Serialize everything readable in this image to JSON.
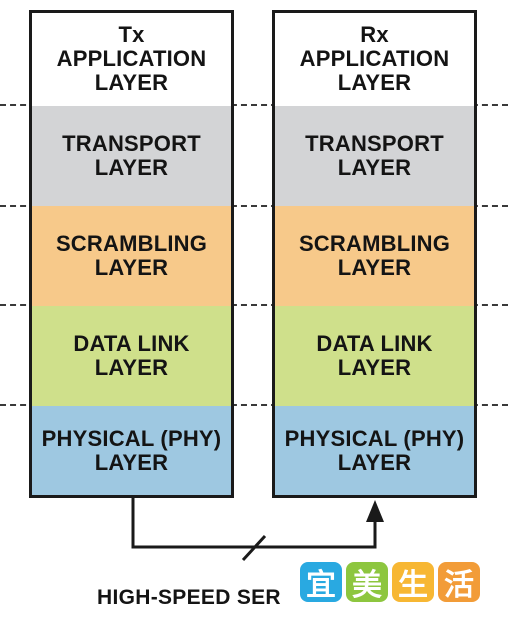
{
  "tx_stack": {
    "application": [
      "Tx",
      "APPLICATION",
      "LAYER"
    ],
    "transport": [
      "TRANSPORT",
      "LAYER"
    ],
    "scrambling": [
      "SCRAMBLING",
      "LAYER"
    ],
    "datalink": [
      "DATA LINK",
      "LAYER"
    ],
    "physical": [
      "PHYSICAL (PHY)",
      "LAYER"
    ]
  },
  "rx_stack": {
    "application": [
      "Rx",
      "APPLICATION",
      "LAYER"
    ],
    "transport": [
      "TRANSPORT",
      "LAYER"
    ],
    "scrambling": [
      "SCRAMBLING",
      "LAYER"
    ],
    "datalink": [
      "DATA LINK",
      "LAYER"
    ],
    "physical": [
      "PHYSICAL (PHY)",
      "LAYER"
    ]
  },
  "caption": "HIGH-SPEED SER",
  "watermark": {
    "chars": [
      "宜",
      "美",
      "生",
      "活"
    ],
    "colors": [
      "#29a9e1",
      "#8dc63f",
      "#f7b733",
      "#f29c38"
    ]
  },
  "colors": {
    "transport": "#d3d4d6",
    "scrambling": "#f7c98a",
    "datalink": "#cfe08b",
    "physical": "#9ec8e1"
  }
}
